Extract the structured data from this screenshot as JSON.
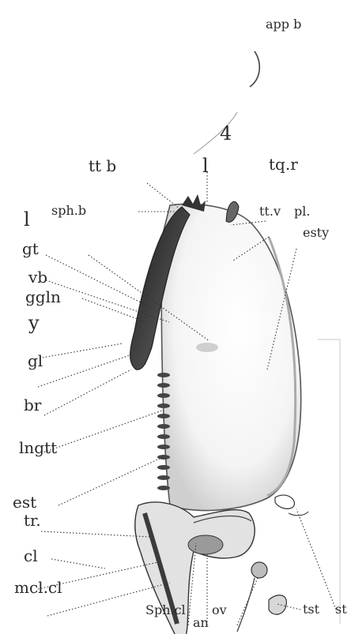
{
  "figure": {
    "number": "4",
    "labels": {
      "app_b": "app b",
      "tt_b": "tt b",
      "l_top": "l",
      "tq_r": "tq.r",
      "l_left": "l",
      "sph_b": "sph.b",
      "tt_v": "tt.v",
      "pl": "pl.",
      "esty": "esty",
      "gt": "gt",
      "vb": "vb",
      "ggln": "ggln",
      "y": "y",
      "gl": "gl",
      "br": "br",
      "lngtt": "lngtt",
      "est": "est",
      "tr": "tr.",
      "cl": "cl",
      "mcl_cl": "mcl.cl",
      "sph_cl": "Sph.cl",
      "an": "an",
      "ov": "ov",
      "tst": "tst",
      "st": "st"
    }
  }
}
